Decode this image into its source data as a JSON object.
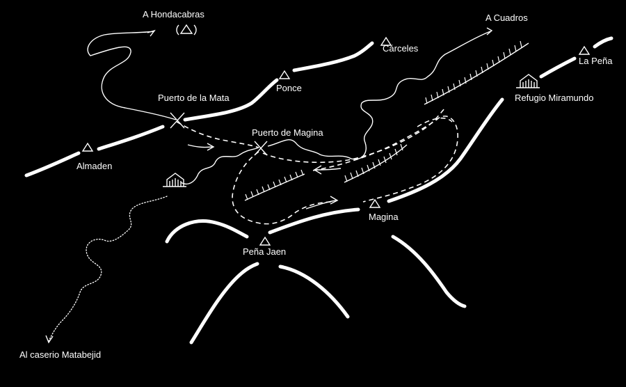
{
  "map": {
    "colors": {
      "background": "#000000",
      "ink": "#ffffff"
    },
    "labels": {
      "hondacabras": "A Hondacabras",
      "cuadros": "A Cuadros",
      "carceles": "Cárceles",
      "la_pena": "La Peña",
      "ponce": "Ponce",
      "puerto_mata": "Puerto de la Mata",
      "refugio": "Refugio Miramundo",
      "puerto_magina": "Puerto de Magina",
      "almaden": "Almaden",
      "magina": "Magina",
      "pena_jaen": "Peña Jaen",
      "matabejid": "Al caserio Matabejid"
    },
    "icons": {
      "peak": "triangle-peak-icon",
      "refuge": "hut-icon",
      "pass": "cross-pass-icon",
      "direction": "arrow-icon"
    }
  }
}
